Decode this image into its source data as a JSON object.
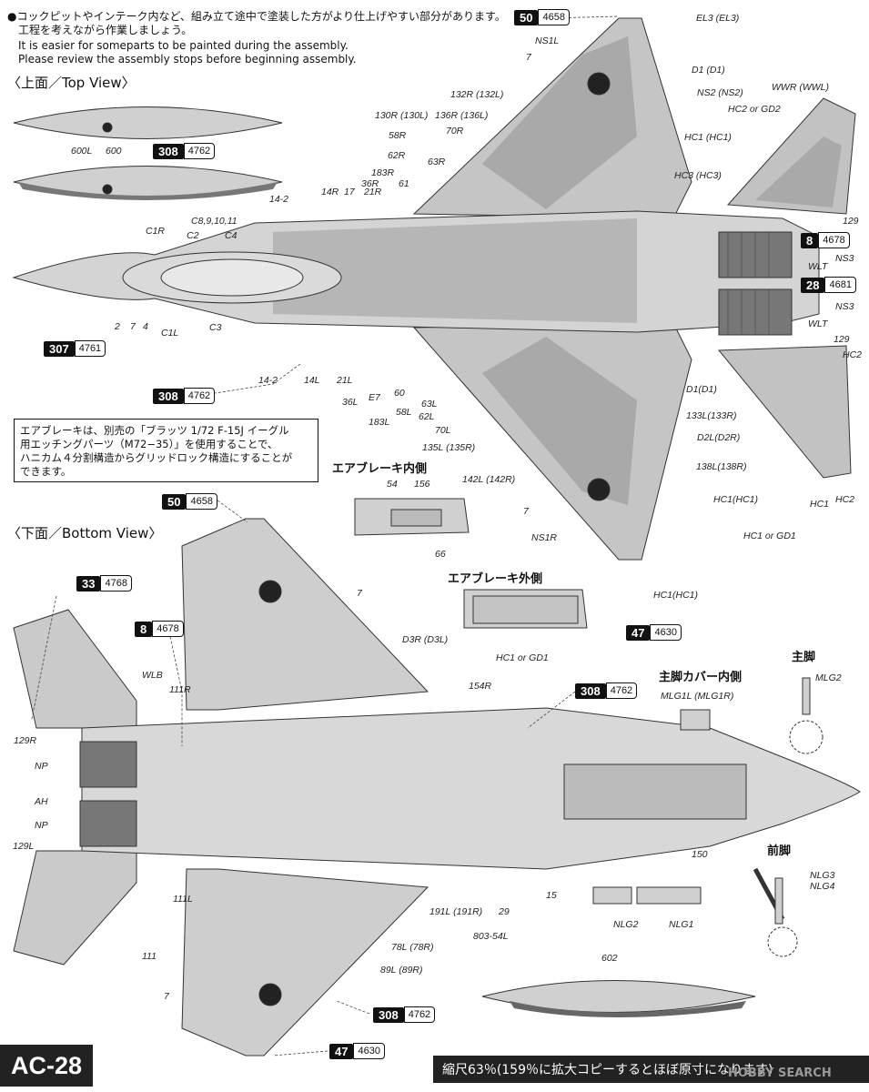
{
  "notes": {
    "line1": "●コックピットやインテーク内など、組み立て途中で塗装した方がより仕上げやすい部分があります。",
    "line2": "工程を考えながら作業しましょう。",
    "line3": "It is easier for someparts to be painted during the assembly.",
    "line4": "Please review the assembly stops before beginning assembly."
  },
  "headings": {
    "top": "〈上面／Top View〉",
    "bottom": "〈下面／Bottom View〉"
  },
  "airbrake_box": {
    "l1": "エアブレーキは、別売の「ブラッツ 1/72 F-15J イーグル",
    "l2": "用エッチングパーツ（M72−35）」を使用することで、",
    "l3": "ハニカム４分割構造からグリッドロック構造にすることが",
    "l4": "できます。"
  },
  "subtitles": {
    "ab_inner": "エアブレーキ内側",
    "ab_outer": "エアブレーキ外側",
    "mlg": "主脚",
    "mlg_cover": "主脚カバー内側",
    "nlg": "前脚"
  },
  "paints": {
    "p50a": {
      "n": "50",
      "c": "4658"
    },
    "p308a": {
      "n": "308",
      "c": "4762"
    },
    "p8a": {
      "n": "8",
      "c": "4678"
    },
    "p28": {
      "n": "28",
      "c": "4681"
    },
    "p307": {
      "n": "307",
      "c": "4761"
    },
    "p308b": {
      "n": "308",
      "c": "4762"
    },
    "p50b": {
      "n": "50",
      "c": "4658"
    },
    "p33": {
      "n": "33",
      "c": "4768"
    },
    "p8b": {
      "n": "8",
      "c": "4678"
    },
    "p308c": {
      "n": "308",
      "c": "4762"
    },
    "p47a": {
      "n": "47",
      "c": "4630"
    },
    "p308d": {
      "n": "308",
      "c": "4762"
    },
    "p47b": {
      "n": "47",
      "c": "4630"
    }
  },
  "top_labels": [
    "EL3 (EL3)",
    "NS1L",
    "7",
    "D1 (D1)",
    "NS2 (NS2)",
    "WWR (WWL)",
    "132R (132L)",
    "HC2 or GD2",
    "130R (130L)",
    "136R (136L)",
    "HC1 (HC1)",
    "70R",
    "58R",
    "63R",
    "HC3 (HC3)",
    "62R",
    "183R",
    "36R",
    "61",
    "14R",
    "17",
    "21R",
    "14-2",
    "C8,9,10,11",
    "C1R",
    "C2",
    "C4",
    "129",
    "NS3",
    "WLT",
    "NS3",
    "WLT",
    "2",
    "7",
    "4",
    "C1L",
    "C3",
    "129",
    "HC2",
    "14-2",
    "14L",
    "21L",
    "36L",
    "E7",
    "60",
    "63L",
    "62L",
    "58L",
    "183L",
    "70L",
    "135L (135R)",
    "D1(D1)",
    "133L(133R)",
    "D2L(D2R)",
    "138L(138R)",
    "142L (142R)",
    "HC1(HC1)",
    "7",
    "HC1",
    "HC2",
    "HC1 or GD1",
    "NS1R",
    "HC1(HC1)",
    "600L",
    "600",
    "54",
    "156",
    "66",
    "HC1 or GD1"
  ],
  "bottom_labels": [
    "7",
    "D3R (D3L)",
    "154R",
    "WLB",
    "111R",
    "129R",
    "NP",
    "AH",
    "NP",
    "129L",
    "111L",
    "111",
    "150",
    "15",
    "29",
    "191L (191R)",
    "803-54L",
    "78L (78R)",
    "89L (89R)",
    "7",
    "NLG2",
    "NLG1",
    "602",
    "MLG2",
    "MLG1L (MLG1R)",
    "NLG3",
    "NLG4"
  ],
  "footer": {
    "code": "AC-28",
    "scale": "縮尺63％(159％に拡大コピーするとほぼ原寸になります)",
    "watermark": "HOBBY SEARCH"
  }
}
